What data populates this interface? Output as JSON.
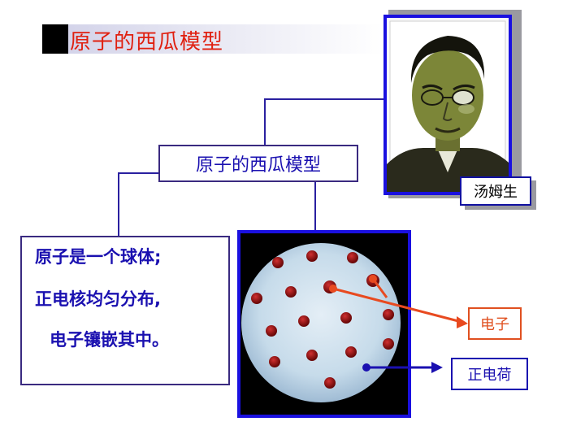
{
  "slide": {
    "title": "原子的西瓜模型",
    "portrait_caption": "汤姆生",
    "center_label": "原子的西瓜模型",
    "description_lines": [
      "原子是一个球体;",
      "正电核均匀分布,",
      "电子镶嵌其中。"
    ],
    "electron_label": "电子",
    "positive_charge_label": "正电荷"
  },
  "colors": {
    "title_red": "#e02010",
    "frame_blue": "#1a10e0",
    "text_blue": "#1a10b0",
    "electron_pointer": "#e84a20",
    "electron_dot": "#8a1010",
    "sphere": "#c8dcea"
  },
  "icons": {
    "portrait": "person-portrait-icon",
    "model": "plum-pudding-atom-icon"
  }
}
